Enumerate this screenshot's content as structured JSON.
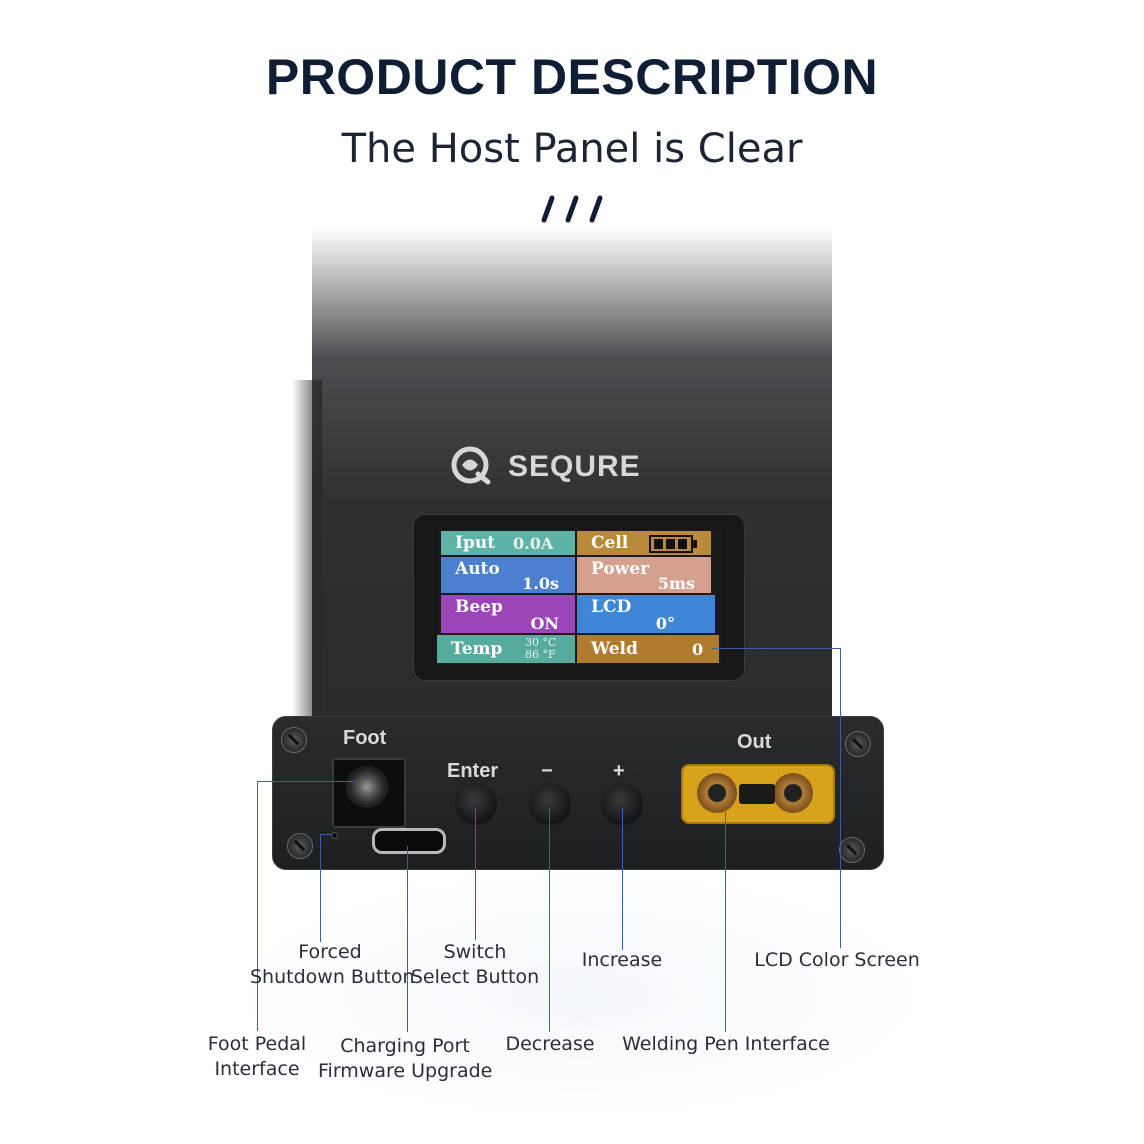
{
  "header": {
    "title": "PRODUCT DESCRIPTION",
    "subtitle": "The Host Panel is Clear"
  },
  "brand": {
    "logo_text": "SEQURE"
  },
  "lcd": {
    "cells": [
      {
        "key": "Iput",
        "value": "0.0A",
        "color": "#5fb3a6"
      },
      {
        "key": "Cell",
        "value": "",
        "color": "#b88a3a"
      },
      {
        "key": "Auto",
        "value": "1.0s",
        "color": "#4b7fcf"
      },
      {
        "key": "Power",
        "value": "5ms",
        "color": "#d6a08e"
      },
      {
        "key": "Beep",
        "value": "ON",
        "color": "#9b46b8"
      },
      {
        "key": "LCD",
        "value": "0°",
        "color": "#3f86d6"
      },
      {
        "key": "Temp",
        "value_c": "30 °C",
        "value_f": "86 °F",
        "color": "#56ab9c"
      },
      {
        "key": "Weld",
        "value": "0",
        "color": "#b07b2e"
      }
    ]
  },
  "front_panel": {
    "foot_label": "Foot",
    "enter_label": "Enter",
    "minus_label": "−",
    "plus_label": "+",
    "out_label": "Out"
  },
  "callouts": {
    "forced_shutdown_1": "Forced",
    "forced_shutdown_2": "Shutdown Button",
    "switch_select_1": "Switch",
    "switch_select_2": "Select Button",
    "increase": "Increase",
    "lcd_screen": "LCD Color Screen",
    "foot_pedal_1": "Foot Pedal",
    "foot_pedal_2": "Interface",
    "charging_1": "Charging Port",
    "charging_2": "Firmware Upgrade",
    "decrease": "Decrease",
    "welding_pen": "Welding Pen Interface"
  },
  "colors": {
    "title": "#0f1e35",
    "leader_line": "#3a5fa8",
    "xt60": "#d9a21c"
  }
}
